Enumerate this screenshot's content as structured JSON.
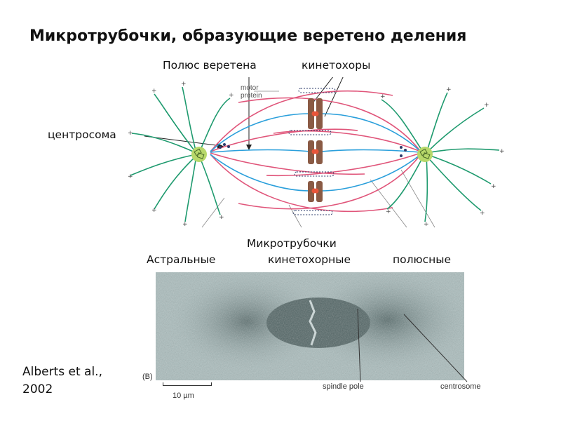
{
  "title": "Микротрубочки, образующие веретено деления",
  "labels": {
    "spindle_pole": "Полюс веретена",
    "kinetochores": "кинетохоры",
    "centrosome": "центросома",
    "microtubules": "Микротрубочки",
    "astral": "Астральные",
    "kinetochore_mt": "кинетохорные",
    "polar": "полюсные"
  },
  "figure_labels": {
    "motor_line1": "motor",
    "motor_line2": "protein",
    "panel_b": "(B)",
    "scale": "10 µm",
    "spindle_pole": "spindle pole",
    "centrosome": "centrosome"
  },
  "credit": {
    "line1": "Alberts et al.,",
    "line2": "2002"
  },
  "colors": {
    "astral": "#1e9a6e",
    "kinetochore": "#2a9fdb",
    "polar": "#e0557a",
    "centrosome": "#b7d86a",
    "chromosome": "#8a5a44",
    "kinetochore_dot": "#e8553a"
  }
}
